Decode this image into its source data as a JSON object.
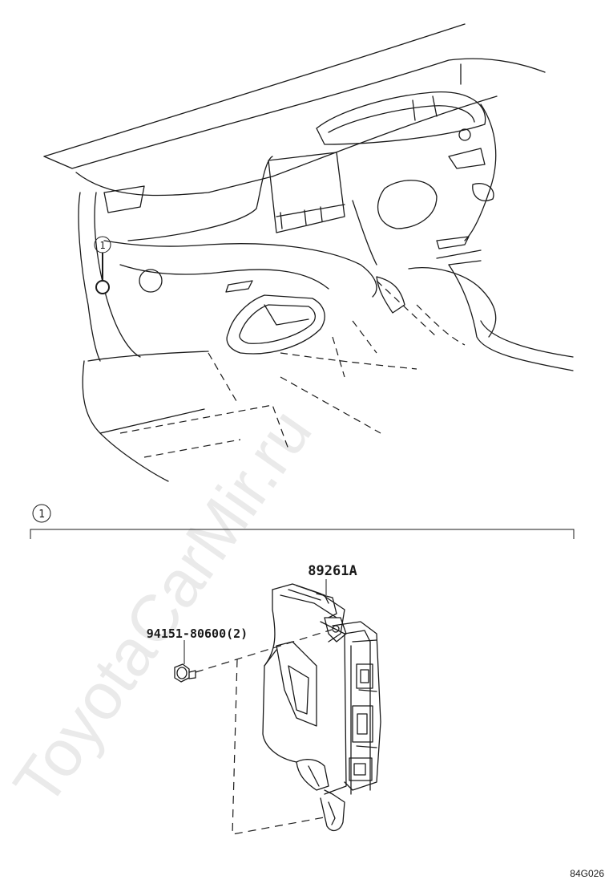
{
  "diagram": {
    "callout_number": "1",
    "section_number": "1",
    "parts": [
      {
        "id": "computer",
        "label": "89261A"
      },
      {
        "id": "bolt",
        "label": "94151-80600(2)"
      }
    ],
    "figure_code": "84G026",
    "watermark": "ToyotaCarMir.ru"
  }
}
